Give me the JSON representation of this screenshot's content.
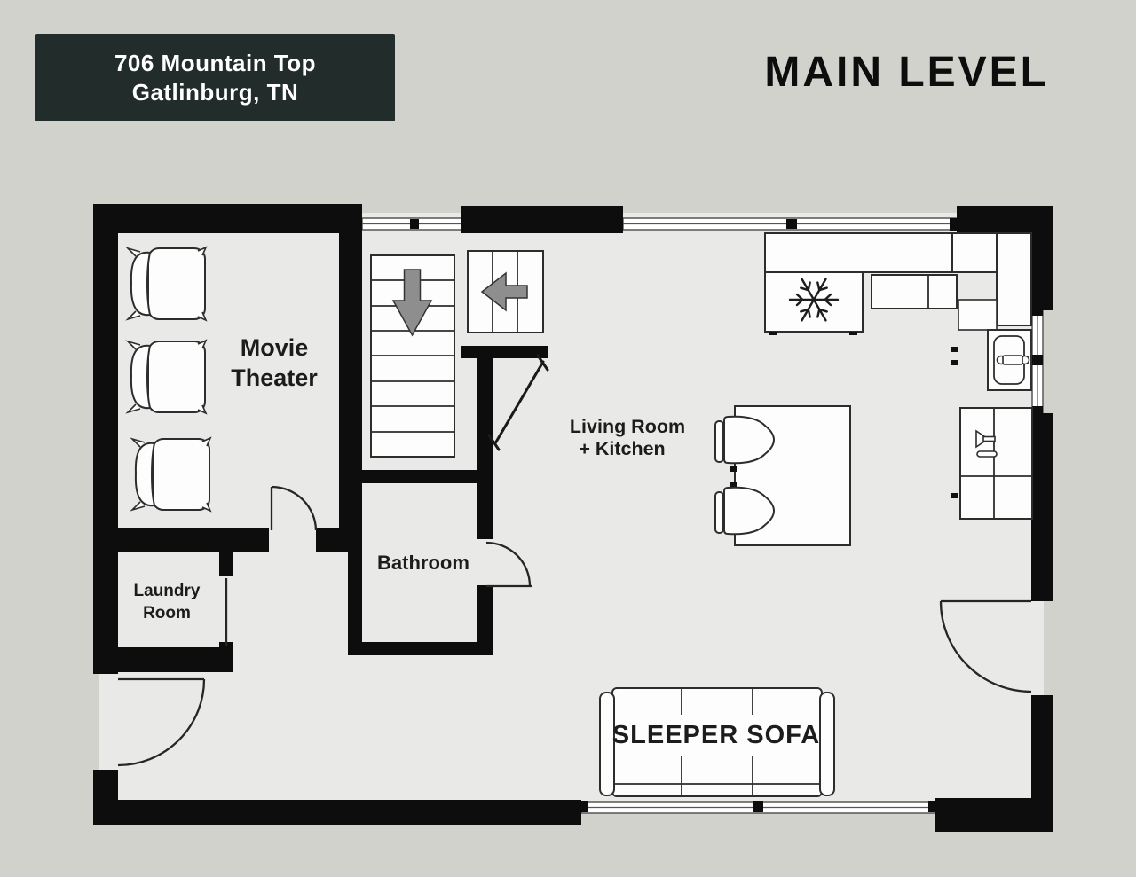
{
  "palette": {
    "background": "#d1d2cc",
    "floor": "#e9e9e7",
    "wall": "#0d0d0d",
    "furniture_stroke": "#2d2d2d",
    "arrow_fill": "#8e8e8e",
    "badge_bg": "#222c2a",
    "badge_text": "#ffffff",
    "label_text": "#1c1c1c"
  },
  "header": {
    "address_line1": "706 Mountain Top",
    "address_line2": "Gatlinburg, TN",
    "title": "MAIN LEVEL"
  },
  "rooms": {
    "movie_theater": {
      "label_line1": "Movie",
      "label_line2": "Theater"
    },
    "bathroom": {
      "label": "Bathroom"
    },
    "laundry_room": {
      "label_line1": "Laundry",
      "label_line2": "Room"
    },
    "living_room_kitchen": {
      "label_line1": "Living Room",
      "label_line2": "+ Kitchen"
    },
    "sleeper_sofa": {
      "label": "SLEEPER SOFA"
    }
  },
  "icons": {
    "stairs_down_arrow": "↓",
    "stairs_landing_arrow": "←",
    "refrigerator_snowflake": "❄"
  }
}
